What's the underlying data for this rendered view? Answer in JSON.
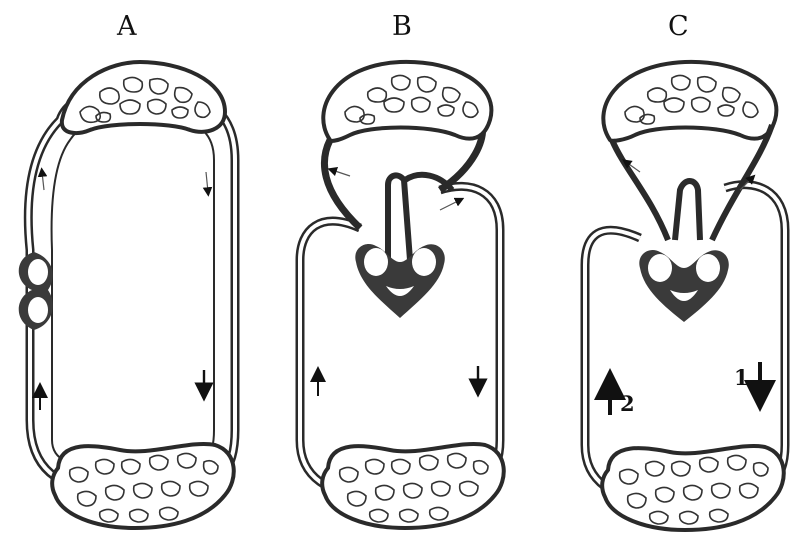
{
  "panels": [
    {
      "id": "A",
      "label": "A"
    },
    {
      "id": "B",
      "label": "B"
    },
    {
      "id": "C",
      "label": "C"
    }
  ],
  "flow_markers": {
    "c_right": "1",
    "c_left": "2"
  },
  "colors": {
    "vessel_stroke": "#2a2a2a",
    "vessel_inner": "#ffffff",
    "heart_fill": "#3a3a3a",
    "capillary_stroke": "#333333"
  }
}
